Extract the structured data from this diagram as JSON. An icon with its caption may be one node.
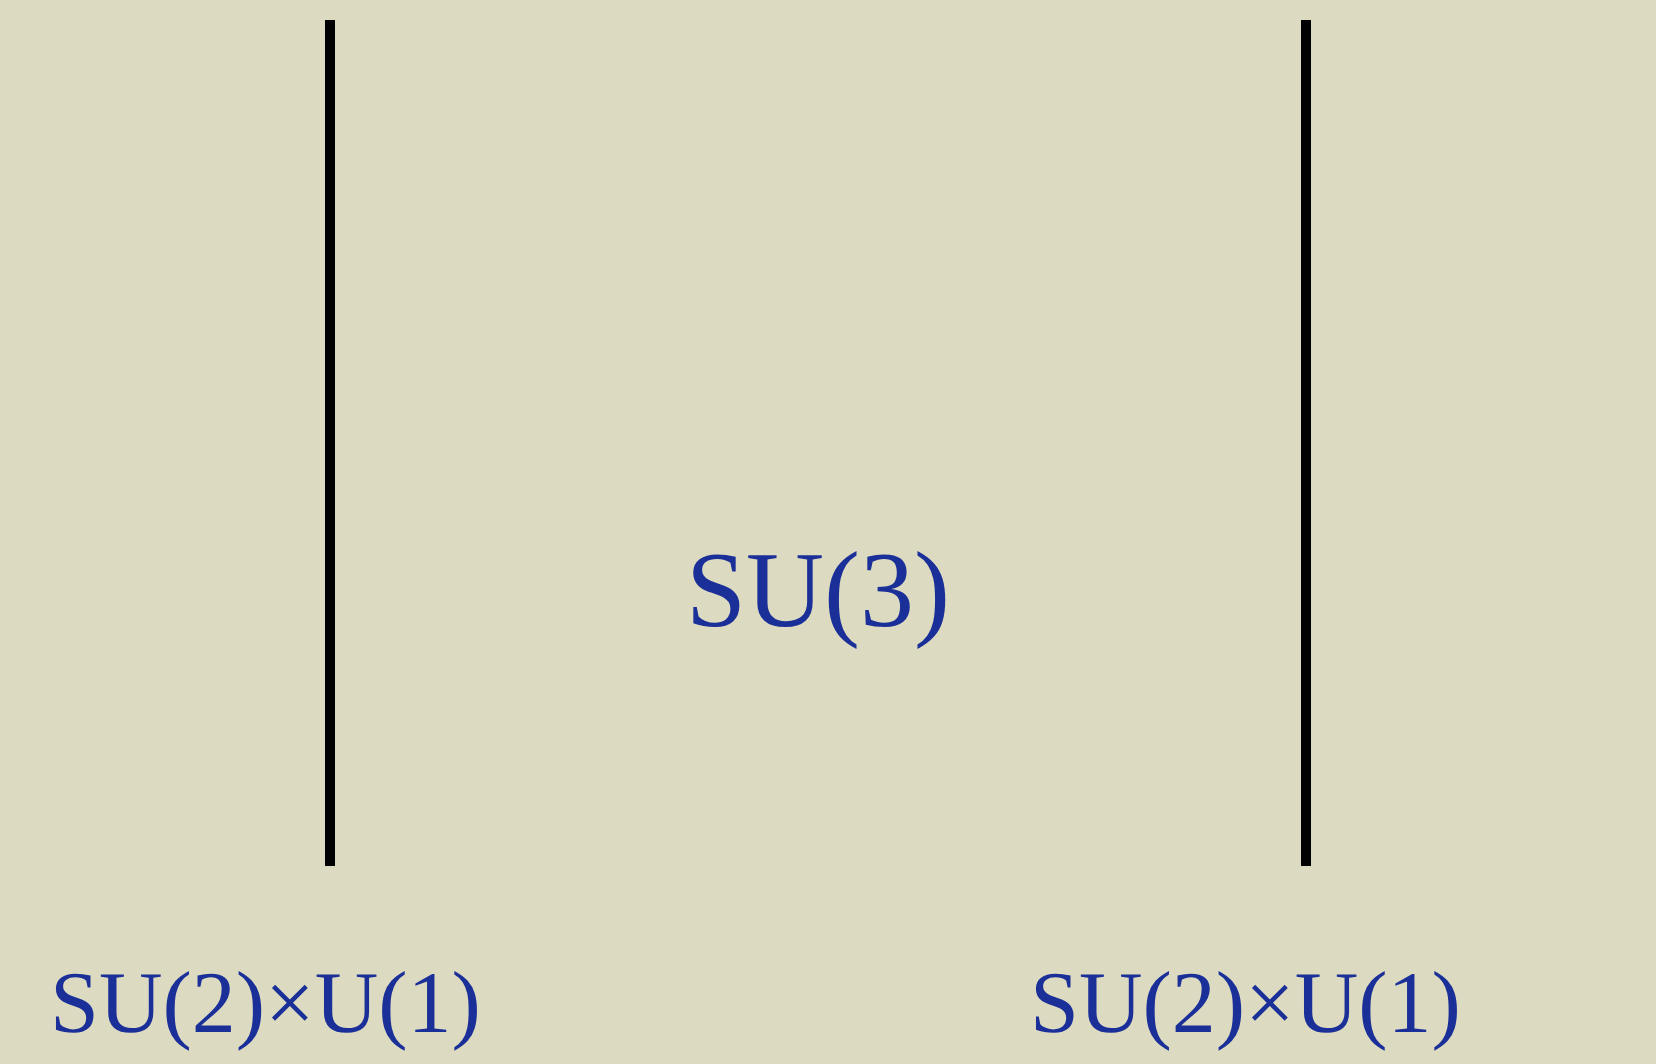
{
  "diagram": {
    "labels": [
      "SU(3)",
      "SU(2)×U(1)",
      "SU(2)×U(1)"
    ]
  }
}
